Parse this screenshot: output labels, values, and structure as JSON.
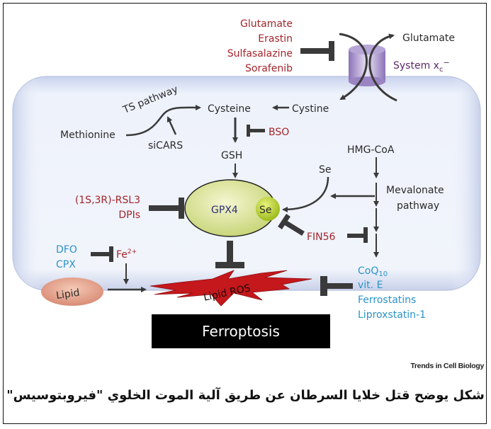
{
  "figure": {
    "extracellular": {
      "inhibitors": [
        "Glutamate",
        "Erastin",
        "Sulfasalazine",
        "Sorafenib"
      ],
      "glutamate_out": "Glutamate",
      "transporter": "System x",
      "transporter_sub": "c",
      "transporter_sup": "−"
    },
    "cytosol": {
      "ts_pathway": "TS pathway",
      "cysteine": "Cysteine",
      "cystine": "Cystine",
      "methionine": "Methionine",
      "sicars": "siCARS",
      "bso": "BSO",
      "gsh": "GSH",
      "hmg_coa": "HMG-CoA",
      "se_free": "Se",
      "mevalonate": [
        "Mevalonate",
        "pathway"
      ],
      "gpx4": "GPX4",
      "gpx4_se": "Se",
      "gpx4_inhibitors": [
        "(1S,3R)-RSL3",
        "DPIs"
      ],
      "fin56": "FIN56",
      "iron_chelators": [
        "DFO",
        "CPX"
      ],
      "iron": "Fe",
      "iron_charge": "2+",
      "lipid": "Lipid",
      "lipid_ros": "Lipid ROS",
      "antioxidant_coq": "CoQ",
      "antioxidant_coq_sub": "10",
      "antioxidants": [
        "vit. E",
        "Ferrostatins",
        "Liproxstatin-1"
      ]
    },
    "outcome": "Ferroptosis",
    "credit": "Trends in Cell Biology",
    "colors": {
      "inhibitor": "#a3252b",
      "protective": "#2b93c8",
      "gpx4_text": "#2e2e78",
      "cell_fill": "#eef2fb",
      "ros": "#c4181c"
    }
  },
  "caption": "شكل يوضح قتل خلايا السرطان عن طريق آلية الموت الخلوي \"فيروبتوسيس\""
}
